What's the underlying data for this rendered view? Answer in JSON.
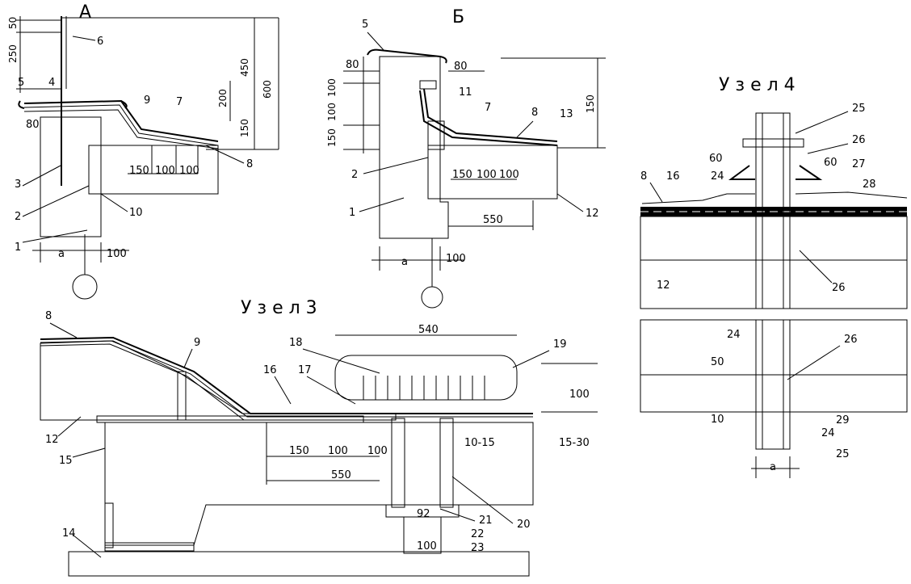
{
  "titles": {
    "A": "А",
    "B": "Б",
    "U4": "У з е л 4",
    "U3": "У з е л 3"
  },
  "detail_A": {
    "dims": [
      "50",
      "250",
      "450",
      "200",
      "600",
      "150",
      "80",
      "150",
      "100",
      "100",
      "a",
      "100"
    ],
    "callouts": [
      "6",
      "5",
      "4",
      "9",
      "7",
      "8",
      "3",
      "2",
      "10",
      "1"
    ]
  },
  "detail_B": {
    "dims": [
      "80",
      "80",
      "100",
      "100",
      "150",
      "150",
      "150",
      "100",
      "100",
      "550",
      "a",
      "100"
    ],
    "callouts": [
      "5",
      "11",
      "7",
      "8",
      "13",
      "2",
      "1",
      "12"
    ]
  },
  "detail_U4": {
    "dims": [
      "60",
      "60",
      "50",
      "10",
      "a"
    ],
    "callouts": [
      "25",
      "26",
      "27",
      "28",
      "8",
      "16",
      "24",
      "12",
      "26",
      "24",
      "26",
      "29",
      "24",
      "25"
    ]
  },
  "detail_U3": {
    "dims": [
      "540",
      "100",
      "15-30",
      "150",
      "100",
      "100",
      "550",
      "10-15",
      "92",
      "100"
    ],
    "callouts": [
      "8",
      "9",
      "18",
      "19",
      "16",
      "17",
      "12",
      "15",
      "14",
      "21",
      "22",
      "23",
      "20"
    ]
  }
}
